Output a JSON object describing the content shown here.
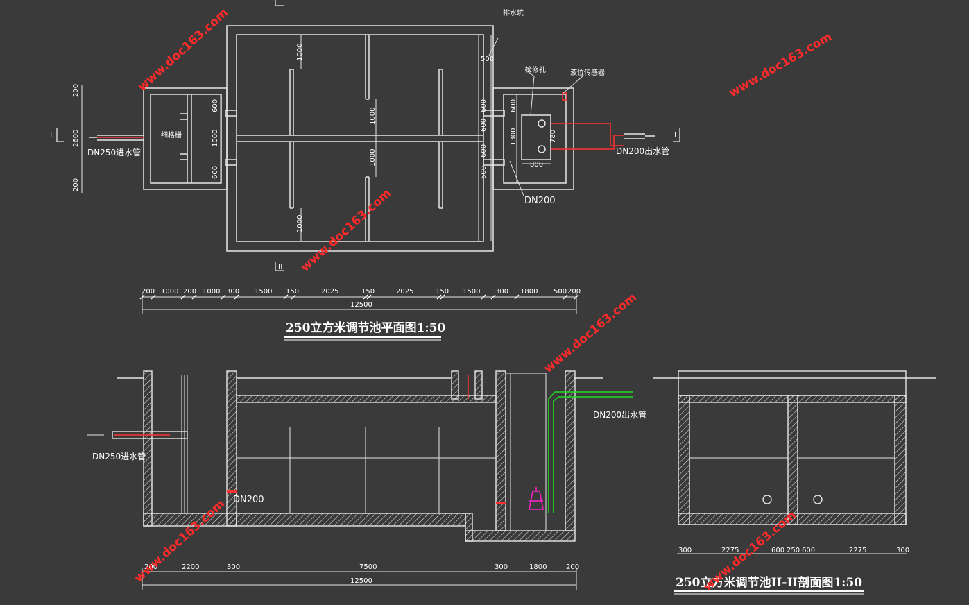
{
  "colors": {
    "background": "#3a3a3a",
    "line": "#e6e6e6",
    "dim": "#ffffff",
    "watermark": "#ff2a2a",
    "pipe": "#ff3030",
    "water": "#22dd22",
    "pump": "#ff22cc"
  },
  "watermark": {
    "text": "www.doc163.com"
  },
  "plan": {
    "title": "250立方米调节池平面图1:50",
    "inlet_label": "DN250进水管",
    "outlet_label": "DN200出水管",
    "dn200_label": "DN200",
    "sump_label": "排水坑",
    "access_label": "检修孔",
    "sensor_label": "液位传感器",
    "screen_label": "细格栅",
    "section_mark": "I",
    "section_mark_2": "II",
    "dims_top": [
      "1000",
      "500",
      "600",
      "600",
      "600",
      "600",
      "1000"
    ],
    "dims_left": [
      "200",
      "2600",
      "200"
    ],
    "dims_inner": [
      "600",
      "1000",
      "600"
    ],
    "dims_right": [
      "600",
      "1300",
      "780",
      "800"
    ],
    "dims_bottom": [
      "200",
      "1000",
      "200",
      "1000",
      "300",
      "1500",
      "150",
      "2025",
      "150",
      "2025",
      "150",
      "1500",
      "300",
      "1800",
      "500",
      "200"
    ],
    "total": "12500"
  },
  "section1": {
    "inlet_label": "DN250进水管",
    "outlet_label": "DN200出水管",
    "dn200_label": "DN200",
    "dims_bottom": [
      "200",
      "2200",
      "300",
      "7500",
      "300",
      "1800",
      "200"
    ],
    "total": "12500"
  },
  "section2": {
    "title": "250立方米调节池II-II剖面图1:50",
    "dims_bottom": [
      "300",
      "2275",
      "600",
      "250",
      "600",
      "2275",
      "300"
    ]
  }
}
